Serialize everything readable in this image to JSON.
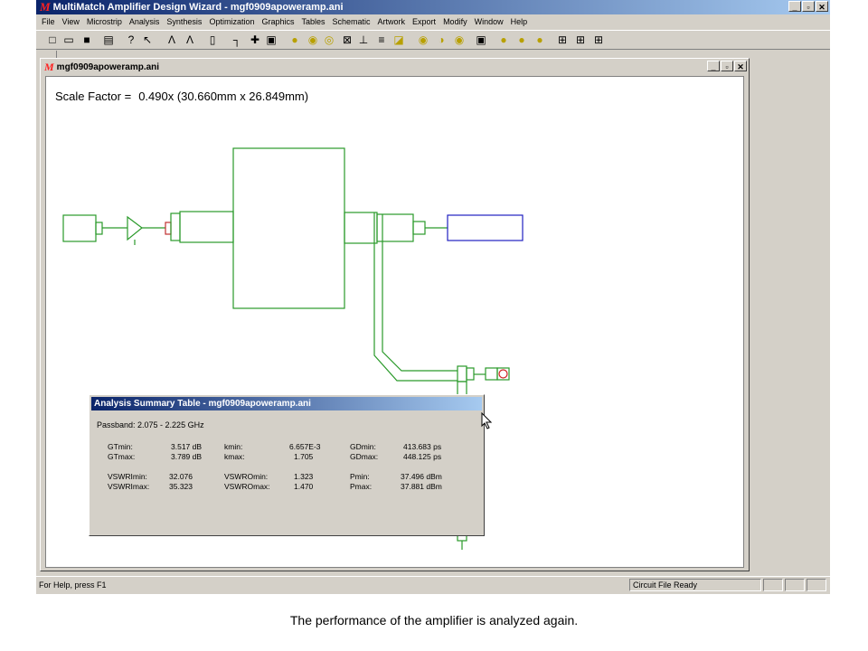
{
  "app": {
    "title": "MultiMatch Amplifier Design Wizard - mgf0909apoweramp.ani",
    "logo": "M",
    "window_buttons": [
      "_",
      "▫",
      "✕"
    ]
  },
  "menu": [
    "File",
    "View",
    "Microstrip",
    "Analysis",
    "Synthesis",
    "Optimization",
    "Graphics",
    "Tables",
    "Schematic",
    "Artwork",
    "Export",
    "Modify",
    "Window",
    "Help"
  ],
  "document": {
    "title": "mgf0909apoweramp.ani",
    "scale_label": "Scale Factor =",
    "scale_value": "0.490x (30.660mm x 26.849mm)"
  },
  "summary": {
    "title": "Analysis Summary Table - mgf0909apoweramp.ani",
    "passband": "Passband: 2.075 - 2.225 GHz",
    "rows": [
      [
        [
          "GTmin:",
          "3.517 dB"
        ],
        [
          "kmin:",
          "6.657E-3"
        ],
        [
          "GDmin:",
          "413.683 ps"
        ]
      ],
      [
        [
          "GTmax:",
          "3.789 dB"
        ],
        [
          "kmax:",
          "1.705"
        ],
        [
          "GDmax:",
          "448.125 ps"
        ]
      ],
      [
        [
          "VSWRImin:",
          "32.076"
        ],
        [
          "VSWROmin:",
          "1.323"
        ],
        [
          "Pmin:",
          "37.496 dBm"
        ]
      ],
      [
        [
          "VSWRImax:",
          "35.323"
        ],
        [
          "VSWROmax:",
          "1.470"
        ],
        [
          "Pmax:",
          "37.881 dBm"
        ]
      ]
    ]
  },
  "status": {
    "help": "For Help, press F1",
    "state": "Circuit File Ready"
  },
  "caption": "The performance of the amplifier is analyzed again.",
  "colors": {
    "title_active": "#0a246a",
    "circuit_green": "#2a9a2a",
    "circuit_blue": "#2020c0",
    "port_red": "#d02020"
  }
}
